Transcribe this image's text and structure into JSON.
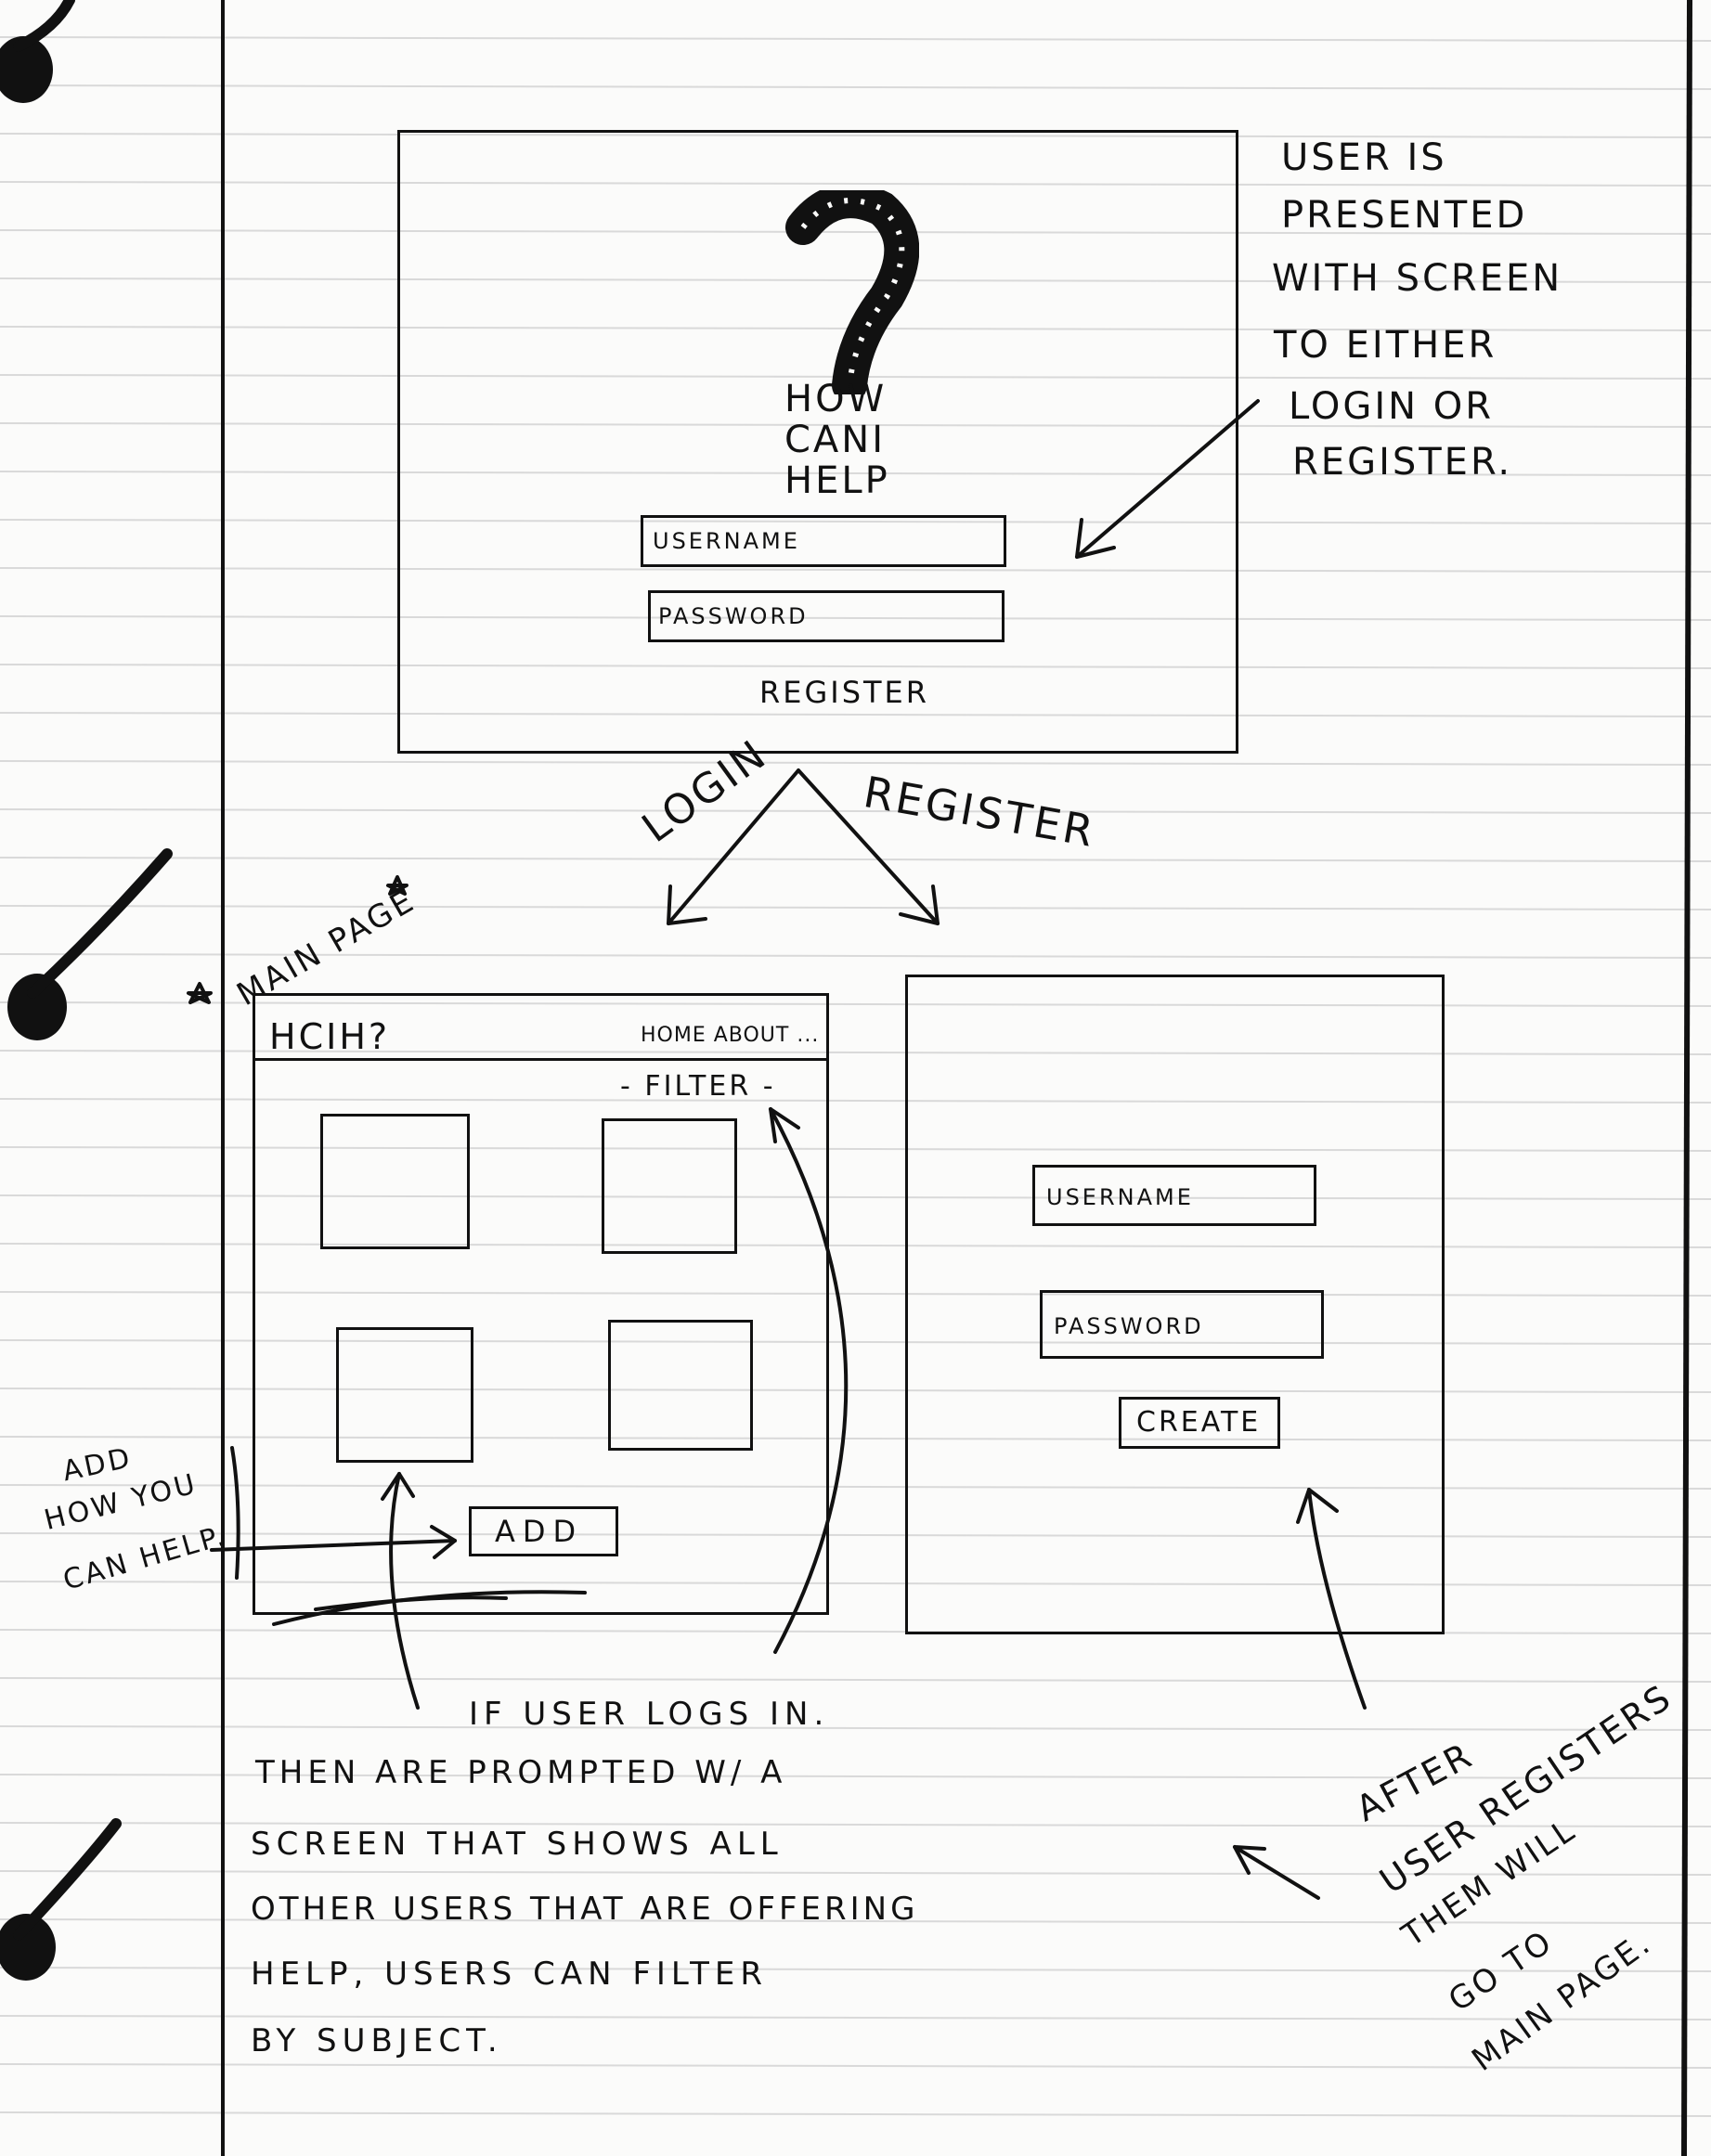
{
  "login_screen": {
    "title_lines": [
      "HOW",
      "CANI",
      "HELP"
    ],
    "username_placeholder": "USERNAME",
    "password_placeholder": "PASSWORD",
    "register_link": "REGISTER"
  },
  "top_note_lines": [
    "USER IS",
    "PRESENTED",
    "WITH SCREEN",
    "TO EITHER",
    "LOGIN OR",
    "REGISTER."
  ],
  "branch_labels": {
    "login": "LOGIN",
    "register": "REGISTER"
  },
  "main_page_label": "MAIN PAGE",
  "main_page": {
    "logo": "HCIH?",
    "nav": "HOME ABOUT ...",
    "filter": "- FILTER -",
    "add_button": "ADD"
  },
  "add_note_lines": [
    "ADD",
    "HOW YOU",
    "CAN HELP."
  ],
  "register_screen": {
    "username_placeholder": "USERNAME",
    "password_placeholder": "PASSWORD",
    "create_button": "CREATE"
  },
  "login_note_lines": [
    "IF USER LOGS IN.",
    "THEN ARE PROMPTED W/ A",
    "SCREEN THAT SHOWS ALL",
    "OTHER USERS THAT ARE OFFERING",
    "HELP, USERS CAN FILTER",
    "BY SUBJECT."
  ],
  "register_note_lines": [
    "AFTER",
    "USER REGISTERS",
    "THEM WILL",
    "GO TO",
    "MAIN PAGE."
  ],
  "icons": {
    "question_mark": "question-mark-icon"
  }
}
